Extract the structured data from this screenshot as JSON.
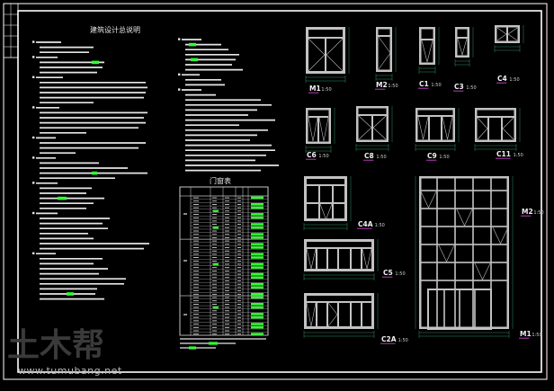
{
  "drawing": {
    "background": "#000000",
    "border_color": "#ffffff",
    "note_title": "建筑设计总说明",
    "door_schedule_title": "门窗表",
    "colors": {
      "text": "#e8e8e8",
      "highlight": "#33ff33",
      "frame": "#b8b8b8",
      "dimension": "#2f8f5f",
      "label_underline": "#cc44cc"
    }
  },
  "labels": {
    "m1": "M1",
    "m2": "M2",
    "c1": "C1",
    "c3": "C3",
    "c4": "C4",
    "c6": "C6",
    "c8": "C8",
    "c9": "C9",
    "c11": "C11",
    "c4a": "C4A",
    "c5": "C5",
    "c2a": "C2A",
    "m2b": "M2",
    "m1b": "M1"
  },
  "scale": "1:50",
  "watermark": {
    "logo": "土木帮",
    "url": "www.tumubang.net"
  }
}
